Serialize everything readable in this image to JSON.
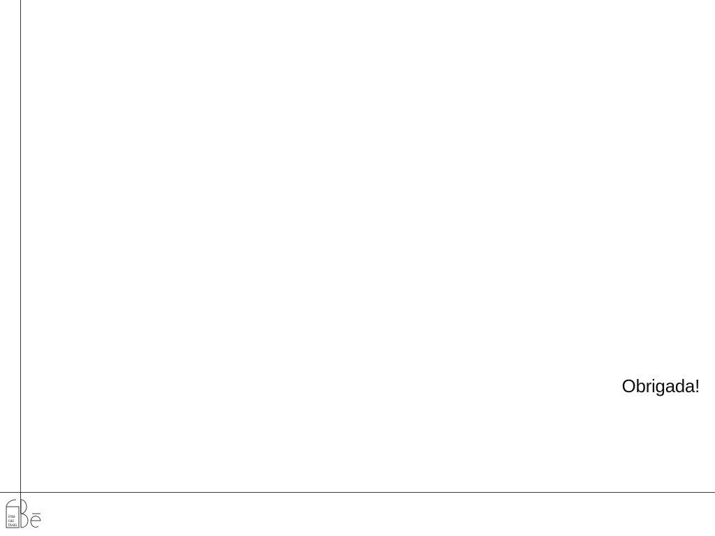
{
  "slide": {
    "closing_text": "Obrigada!"
  },
  "logo": {
    "lines": [
      "inte",
      "rac",
      "tivas"
    ],
    "colors": {
      "stroke": "#3a3a3a"
    }
  },
  "colors": {
    "background": "#ffffff",
    "rule": "#3a3a3a",
    "text": "#111111"
  }
}
